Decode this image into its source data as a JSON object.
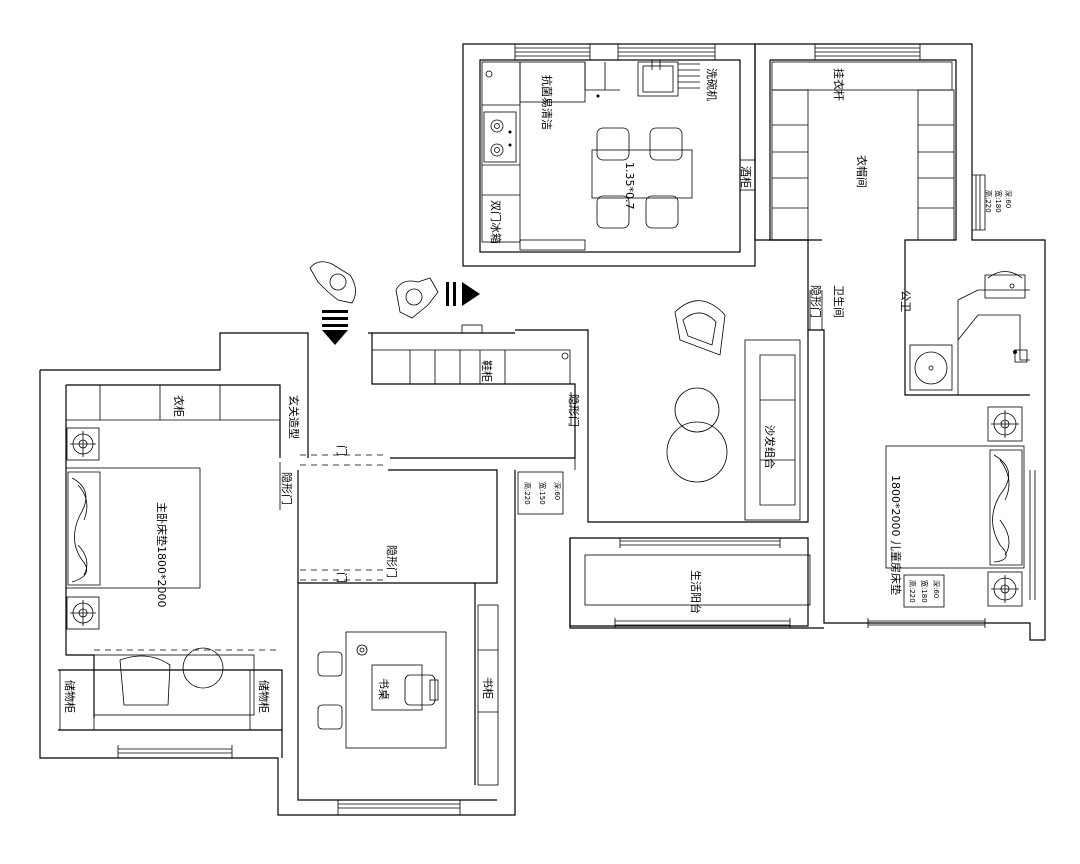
{
  "rooms": {
    "kitchen_counter": "抗菌易清洁",
    "dishwasher": "洗碗机",
    "fridge": "双门冰箱",
    "dining_table": "1.35*0.7",
    "cabinet": "酒柜",
    "cloakroom": "衣帽间",
    "cloak_shelf": "挂衣杆",
    "hidden_door_1": "隐形门",
    "hidden_door_2": "隐形门",
    "hidden_door_3": "隐形门",
    "hidden_door_4": "隐形门",
    "bath_1": "卫生间",
    "bath_2": "公卫",
    "entry_cabinet": "鞋柜",
    "tall_cabinet": "衣柜",
    "foyer": "玄关造型",
    "sofa": "沙发组合",
    "balcony": "生活阳台",
    "bed_master": "主卧床垫1800*2000",
    "bed_second": "1800*2000 儿童房床垫",
    "study": "书桌",
    "bookshelf": "书柜",
    "left_cabinet": "储物柜",
    "left_cabinet_2": "储物柜",
    "door_1": "门",
    "door_2": "门"
  },
  "notes": {
    "note_a": [
      "高:220",
      "宽:150",
      "深:60"
    ],
    "note_b": [
      "高:220",
      "宽:180",
      "深:60"
    ],
    "note_c": [
      "高:220",
      "宽:180",
      "深:60"
    ]
  },
  "icons": [
    "person-icon",
    "arrow-icon",
    "toilet-icon",
    "stove-icon",
    "sink-icon",
    "chair-icon",
    "lamp-icon"
  ]
}
